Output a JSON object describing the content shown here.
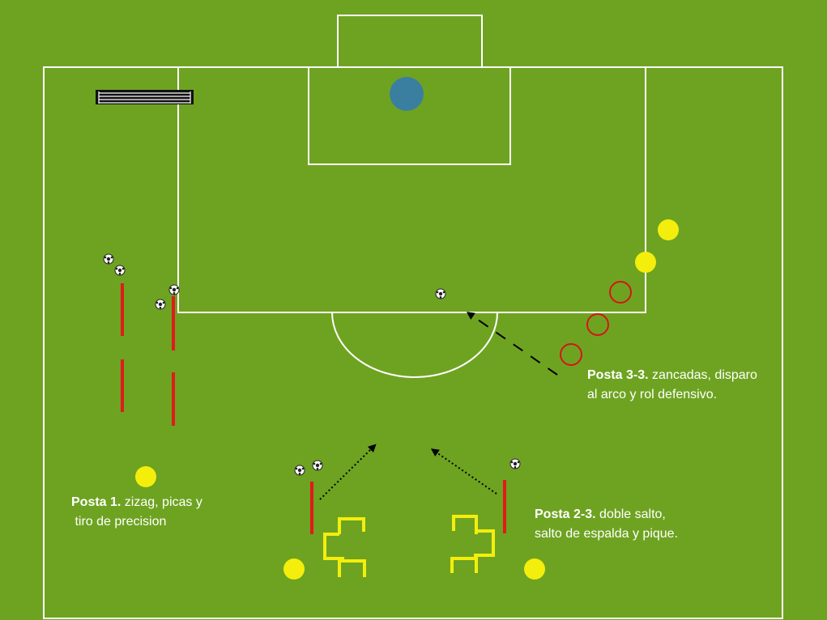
{
  "colors": {
    "field": "#6ea321",
    "lines": "#ffffff",
    "pole": "#e01b1b",
    "cone": "#f4ee0c",
    "hurdle": "#f4ee0c",
    "keeper": "#3a7fa0",
    "ring": "#d41616",
    "arrow": "#000000"
  },
  "icons": {
    "ball": "soccer-ball-icon",
    "goal": "mini-goal-icon"
  },
  "stations": [
    {
      "title": "Posta 1.",
      "line1": " zizag, picas y",
      "line2": " tiro de precision"
    },
    {
      "title": "Posta 2-3.",
      "line1": " doble salto,",
      "line2": "salto de espalda y pique."
    },
    {
      "title": "Posta 3-3.",
      "line1": " zancadas, disparo",
      "line2": "al arco y rol defensivo."
    }
  ]
}
